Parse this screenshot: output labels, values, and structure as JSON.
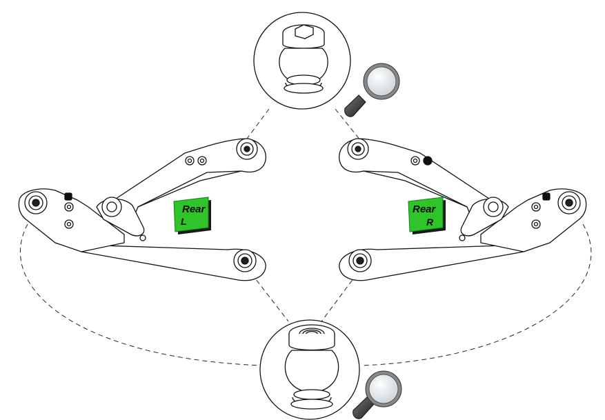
{
  "diagram": {
    "left_badge": {
      "line1": "Rear",
      "line2": "L"
    },
    "right_badge": {
      "line1": "Rear",
      "line2": "R"
    },
    "colors": {
      "badge_green": "#2fc42a",
      "badge_green_dark": "#14801a",
      "badge_shadow": "#1a1a1a",
      "outline": "#111111",
      "magnifier_lens": "#e8eef2",
      "magnifier_handle": "#2a2a2a"
    },
    "icons": [
      "magnifier-icon",
      "magnifier-icon"
    ]
  }
}
